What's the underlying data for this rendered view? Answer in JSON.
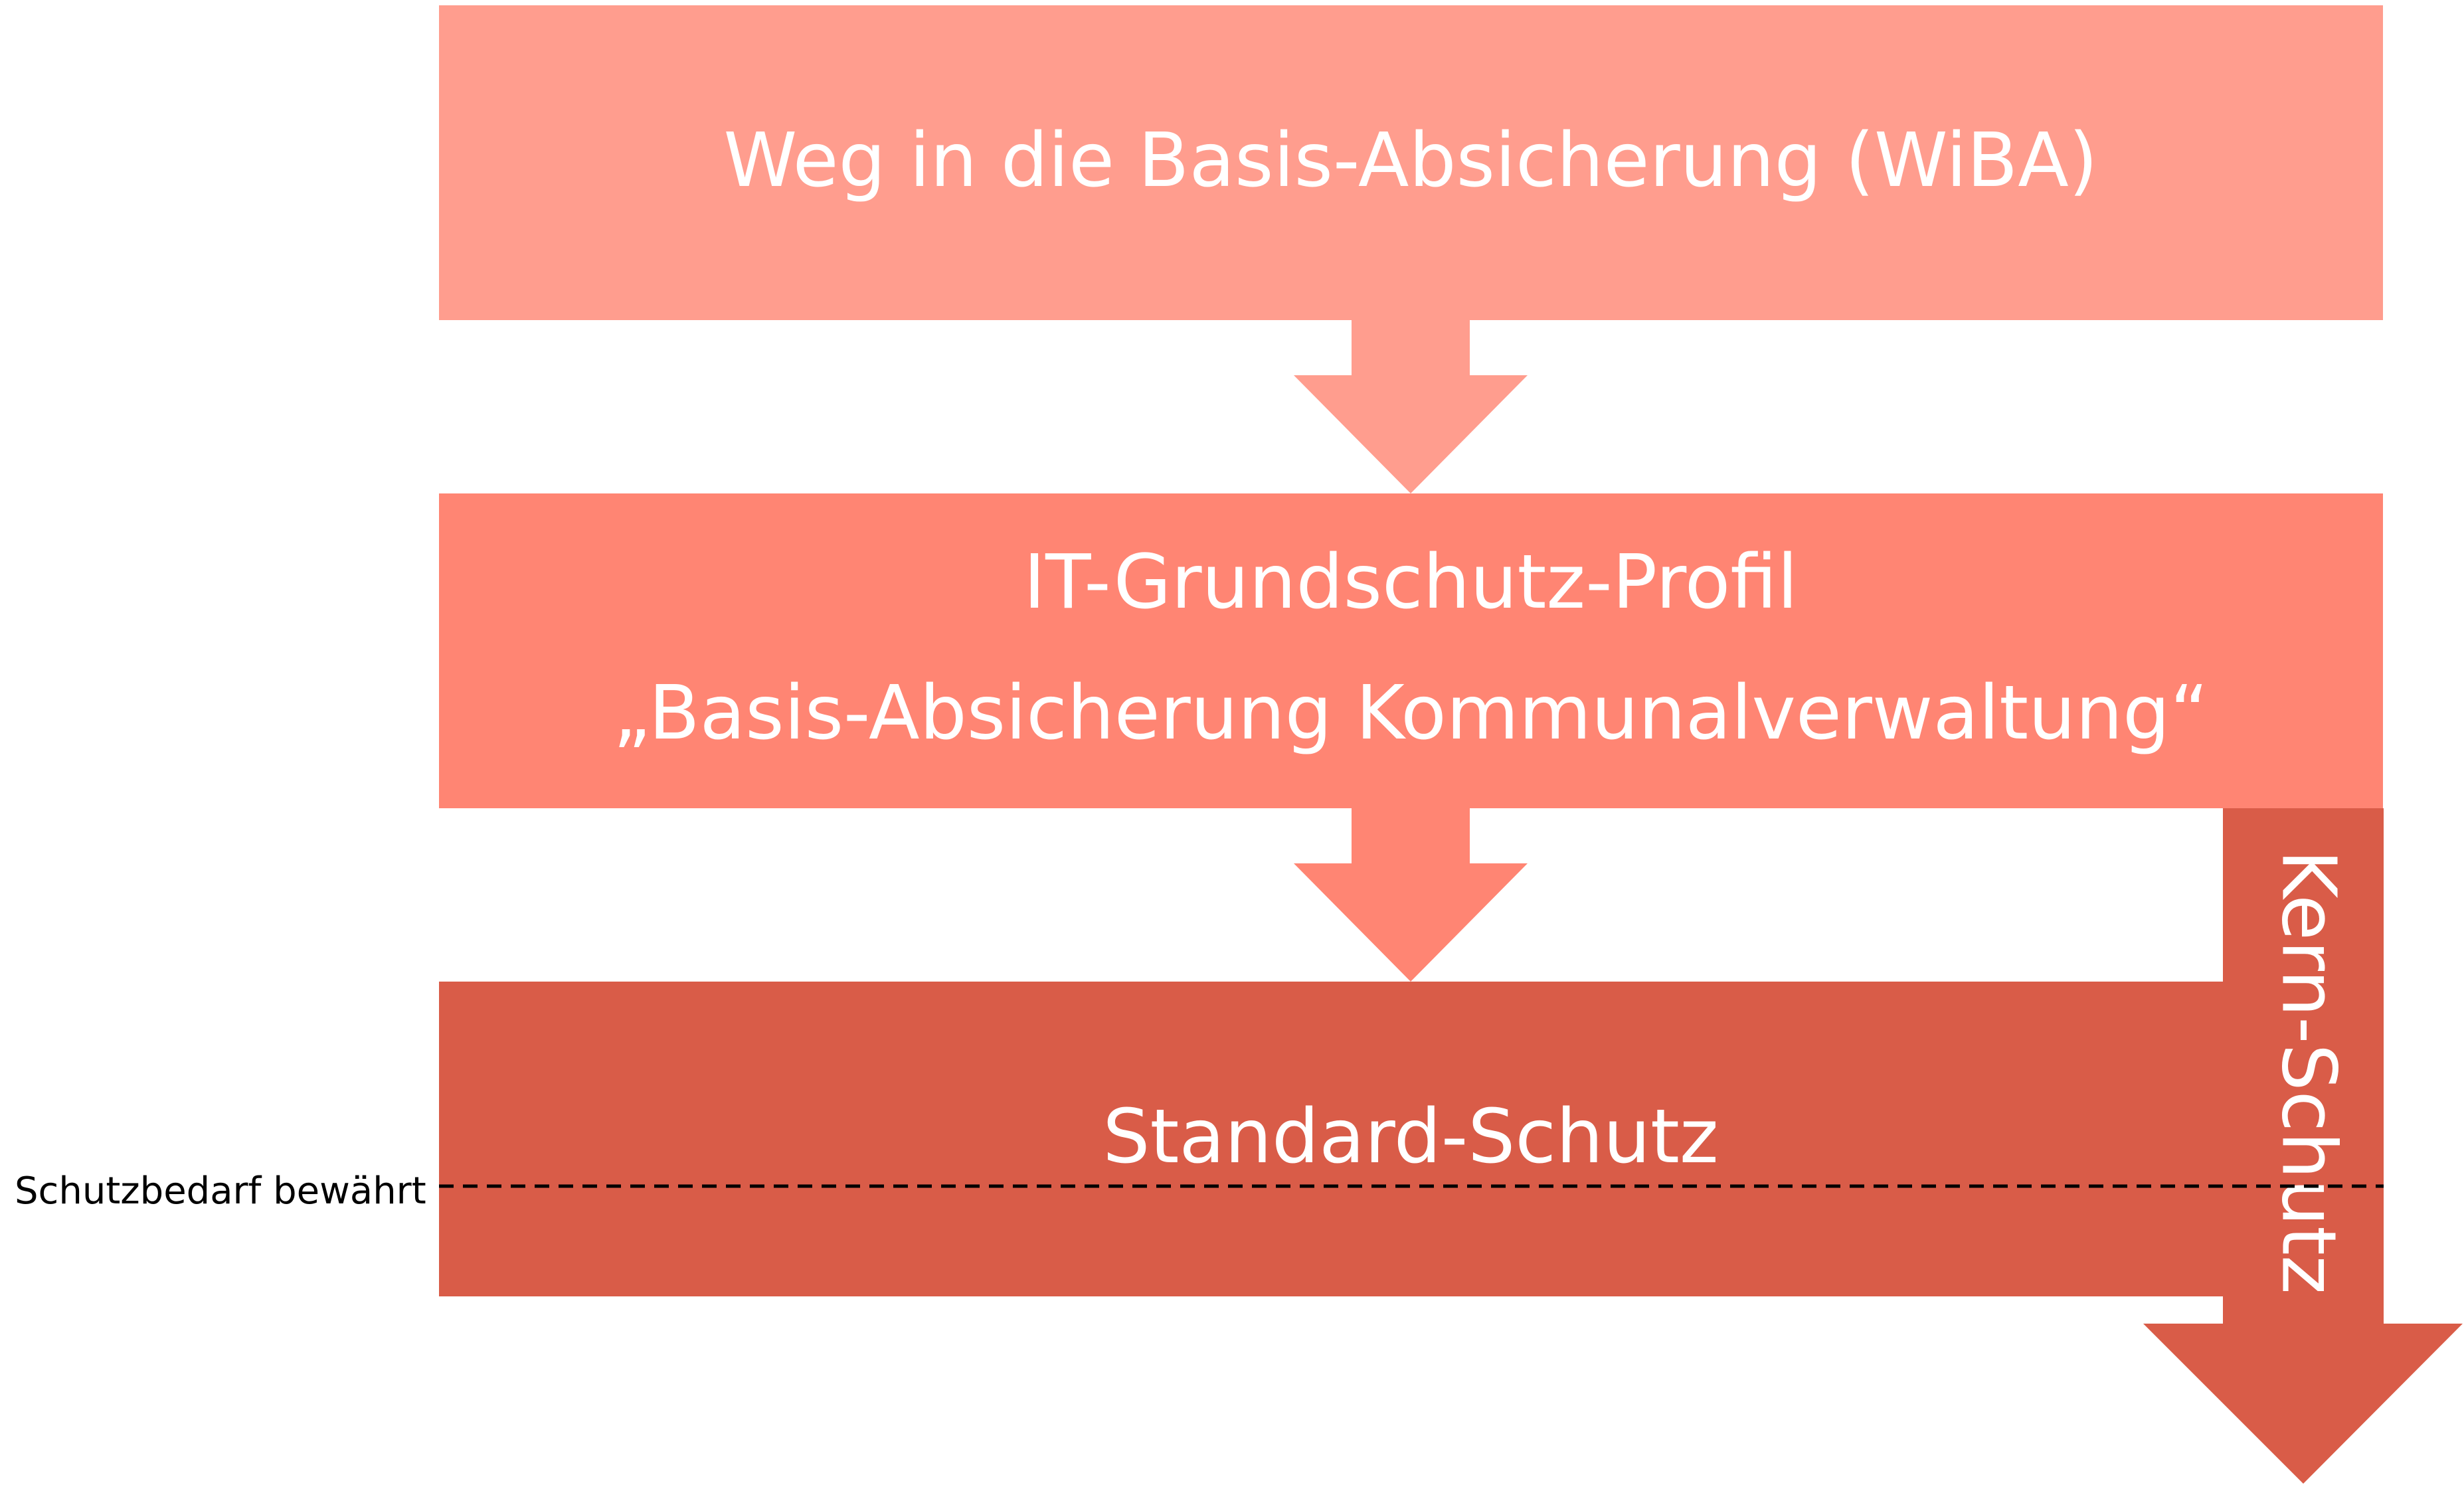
{
  "colors": {
    "level1": "#FF9D8E",
    "level2": "#FF8573",
    "level3": "#D95C48",
    "text_light": "#FFFFFF",
    "text_dark": "#000000"
  },
  "level1": {
    "label": "Weg in die Basis-Absicherung (WiBA)"
  },
  "level2": {
    "line1": "IT-Grundschutz-Profil",
    "line2": "„Basis-Absicherung Kommunalverwaltung“"
  },
  "level3": {
    "label": "Standard-Schutz"
  },
  "kern": {
    "label": "Kern-Schutz"
  },
  "threshold": {
    "label": "Schutzbedarf bewährt"
  }
}
